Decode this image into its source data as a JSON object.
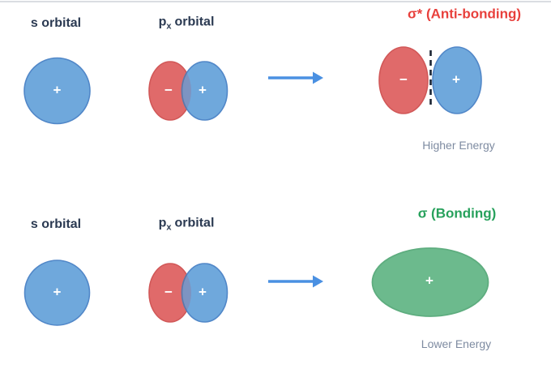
{
  "colors": {
    "label-navy": "#2b3a52",
    "antibonding-red": "#e8403c",
    "bonding-green": "#27a15c",
    "energy-gray": "#7e8ba1",
    "orbital-blue": "#6fa8dc",
    "orbital-blue-stroke": "#5187c8",
    "orbital-red": "#e06a6a",
    "orbital-red-stroke": "#d15858",
    "overlap-slate": "#7d94c2",
    "overlap-slate-stroke": "#5d77a8",
    "bonding-fill": "#6cba8d",
    "bonding-stroke": "#5ead7f",
    "arrow-blue": "#4a90e2",
    "dash-dark": "#1b2433",
    "sign-white": "#ffffff",
    "top-border": "#dadde2"
  },
  "antibonding": {
    "s_label": "s orbital",
    "p_main": "p",
    "p_sub": "x",
    "p_rest": "orbital",
    "title": "σ* (Anti-bonding)",
    "energy": "Higher Energy",
    "s_sign": "+",
    "p_minus": "−",
    "p_plus": "+",
    "result_minus": "−",
    "result_plus": "+"
  },
  "bonding": {
    "s_label": "s orbital",
    "p_main": "p",
    "p_sub": "x",
    "p_rest": "orbital",
    "title": "σ (Bonding)",
    "energy": "Lower Energy",
    "s_sign": "+",
    "p_minus": "−",
    "p_plus": "+",
    "result_plus": "+"
  }
}
